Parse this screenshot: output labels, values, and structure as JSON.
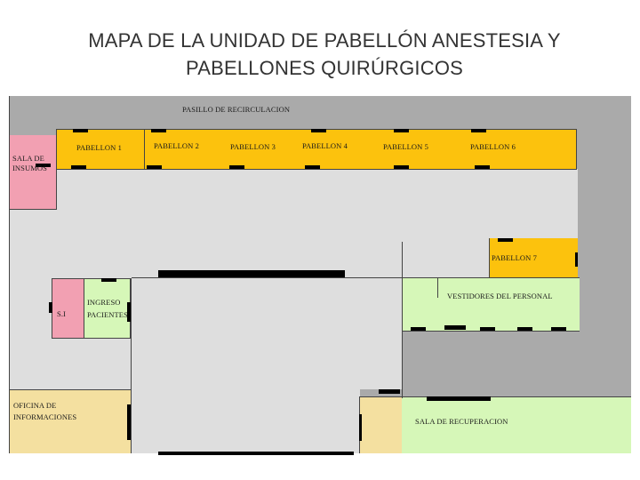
{
  "title": {
    "line1": "MAPA DE LA UNIDAD DE PABELLÓN ANESTESIA Y",
    "line2": "PABELLONES QUIRÚRGICOS"
  },
  "labels": {
    "corridor": "PASILLO DE RECIRCULACION",
    "pabellon_1": "PABELLON 1",
    "pabellon_2": "PABELLON 2",
    "pabellon_3": "PABELLON 3",
    "pabellon_4": "PABELLON 4",
    "pabellon_5": "PABELLON 5",
    "pabellon_6": "PABELLON 6",
    "pabellon_7": "PABELLON 7",
    "sala_insumos": "SALA DE INSUMOS",
    "si": "S.I",
    "ingreso_pacientes": "INGRESO PACIENTES",
    "vestidores": "VESTIDORES DEL PERSONAL",
    "oficina": "OFICINA DE INFORMACIONES",
    "recuperacion": "SALA DE RECUPERACION"
  },
  "colors": {
    "corridor": "#aaaaaa",
    "floor": "#dedede",
    "pabellon": "#fcc20d",
    "insumos": "#f2a0b2",
    "personal": "#d6f7b8",
    "oficina": "#f4e0a0",
    "door": "#000000"
  }
}
